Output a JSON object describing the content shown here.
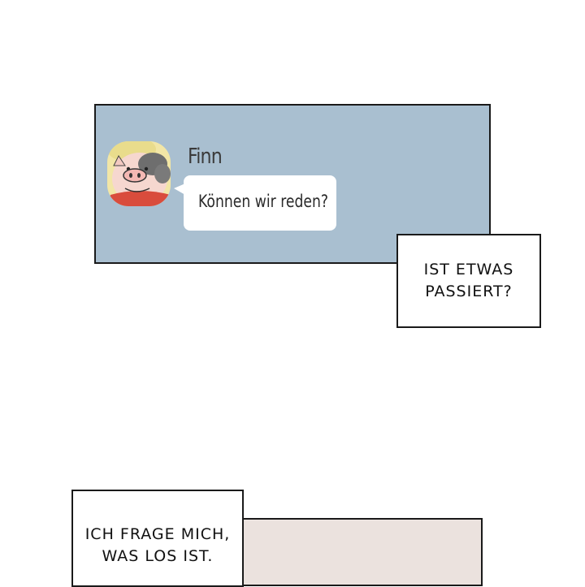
{
  "chat": {
    "contact_name": "Finn",
    "message": "Können wir reden?",
    "avatar_icon": "pig-avatar-icon",
    "panel_color": "#a9bfd0"
  },
  "captions": {
    "first": "IST ETWAS\nPASSIERT?",
    "second": "ICH FRAGE MICH,\nWAS LOS IST."
  },
  "lower_panel": {
    "color": "#ebe2de"
  }
}
